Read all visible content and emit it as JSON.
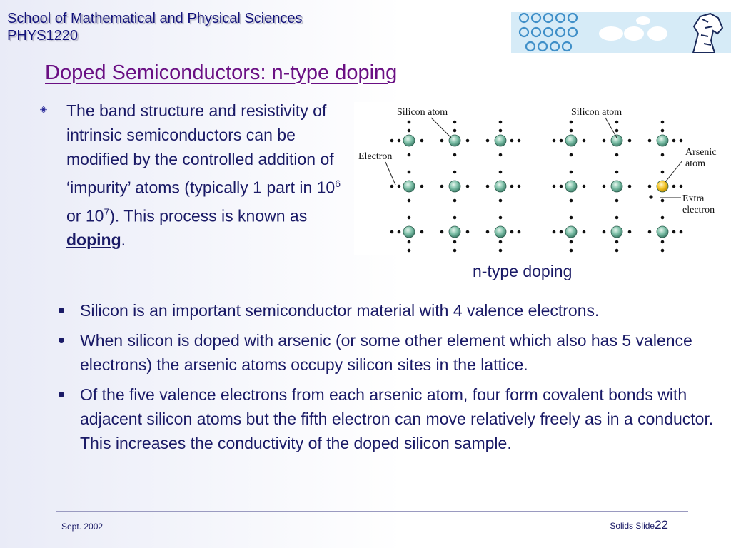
{
  "header": {
    "line1": "School of Mathematical and Physical Sciences",
    "line2": "PHYS1220"
  },
  "title": "Doped Semiconductors:  n-type doping",
  "intro": {
    "part1": "The band structure and resistivity of intrinsic semiconductors can be modified by the controlled addition of ‘impurity’ atoms (typically 1 part in 10",
    "sup1": "6",
    "part2": " or 10",
    "sup2": "7",
    "part3": "). This process is known as ",
    "bold_word": "doping",
    "part4": "."
  },
  "figure": {
    "label_silicon_left": "Silicon atom",
    "label_silicon_right": "Silicon atom",
    "label_electron": "Electron",
    "label_arsenic_1": "Arsenic",
    "label_arsenic_2": "atom",
    "label_extra_1": "Extra",
    "label_extra_2": "electron",
    "caption": "n-type doping"
  },
  "bullets": [
    "Silicon is an important semiconductor material with 4 valence electrons.",
    "When silicon is doped with arsenic (or some other element  which also has 5 valence electrons) the arsenic atoms occupy silicon sites in the lattice.",
    "Of the five valence electrons from each arsenic atom, four form covalent bonds with adjacent silicon atoms but the fifth electron can move relatively freely as in a conductor. This increases the conductivity of the doped silicon sample."
  ],
  "footer": {
    "date": "Sept. 2002",
    "label": "Solids Slide",
    "number": "22"
  },
  "colors": {
    "title": "#6a0f83",
    "text": "#1a1a66",
    "silicon_atom": "#6fb39a",
    "arsenic_atom": "#f0c020",
    "banner": "#d6ebf7"
  }
}
